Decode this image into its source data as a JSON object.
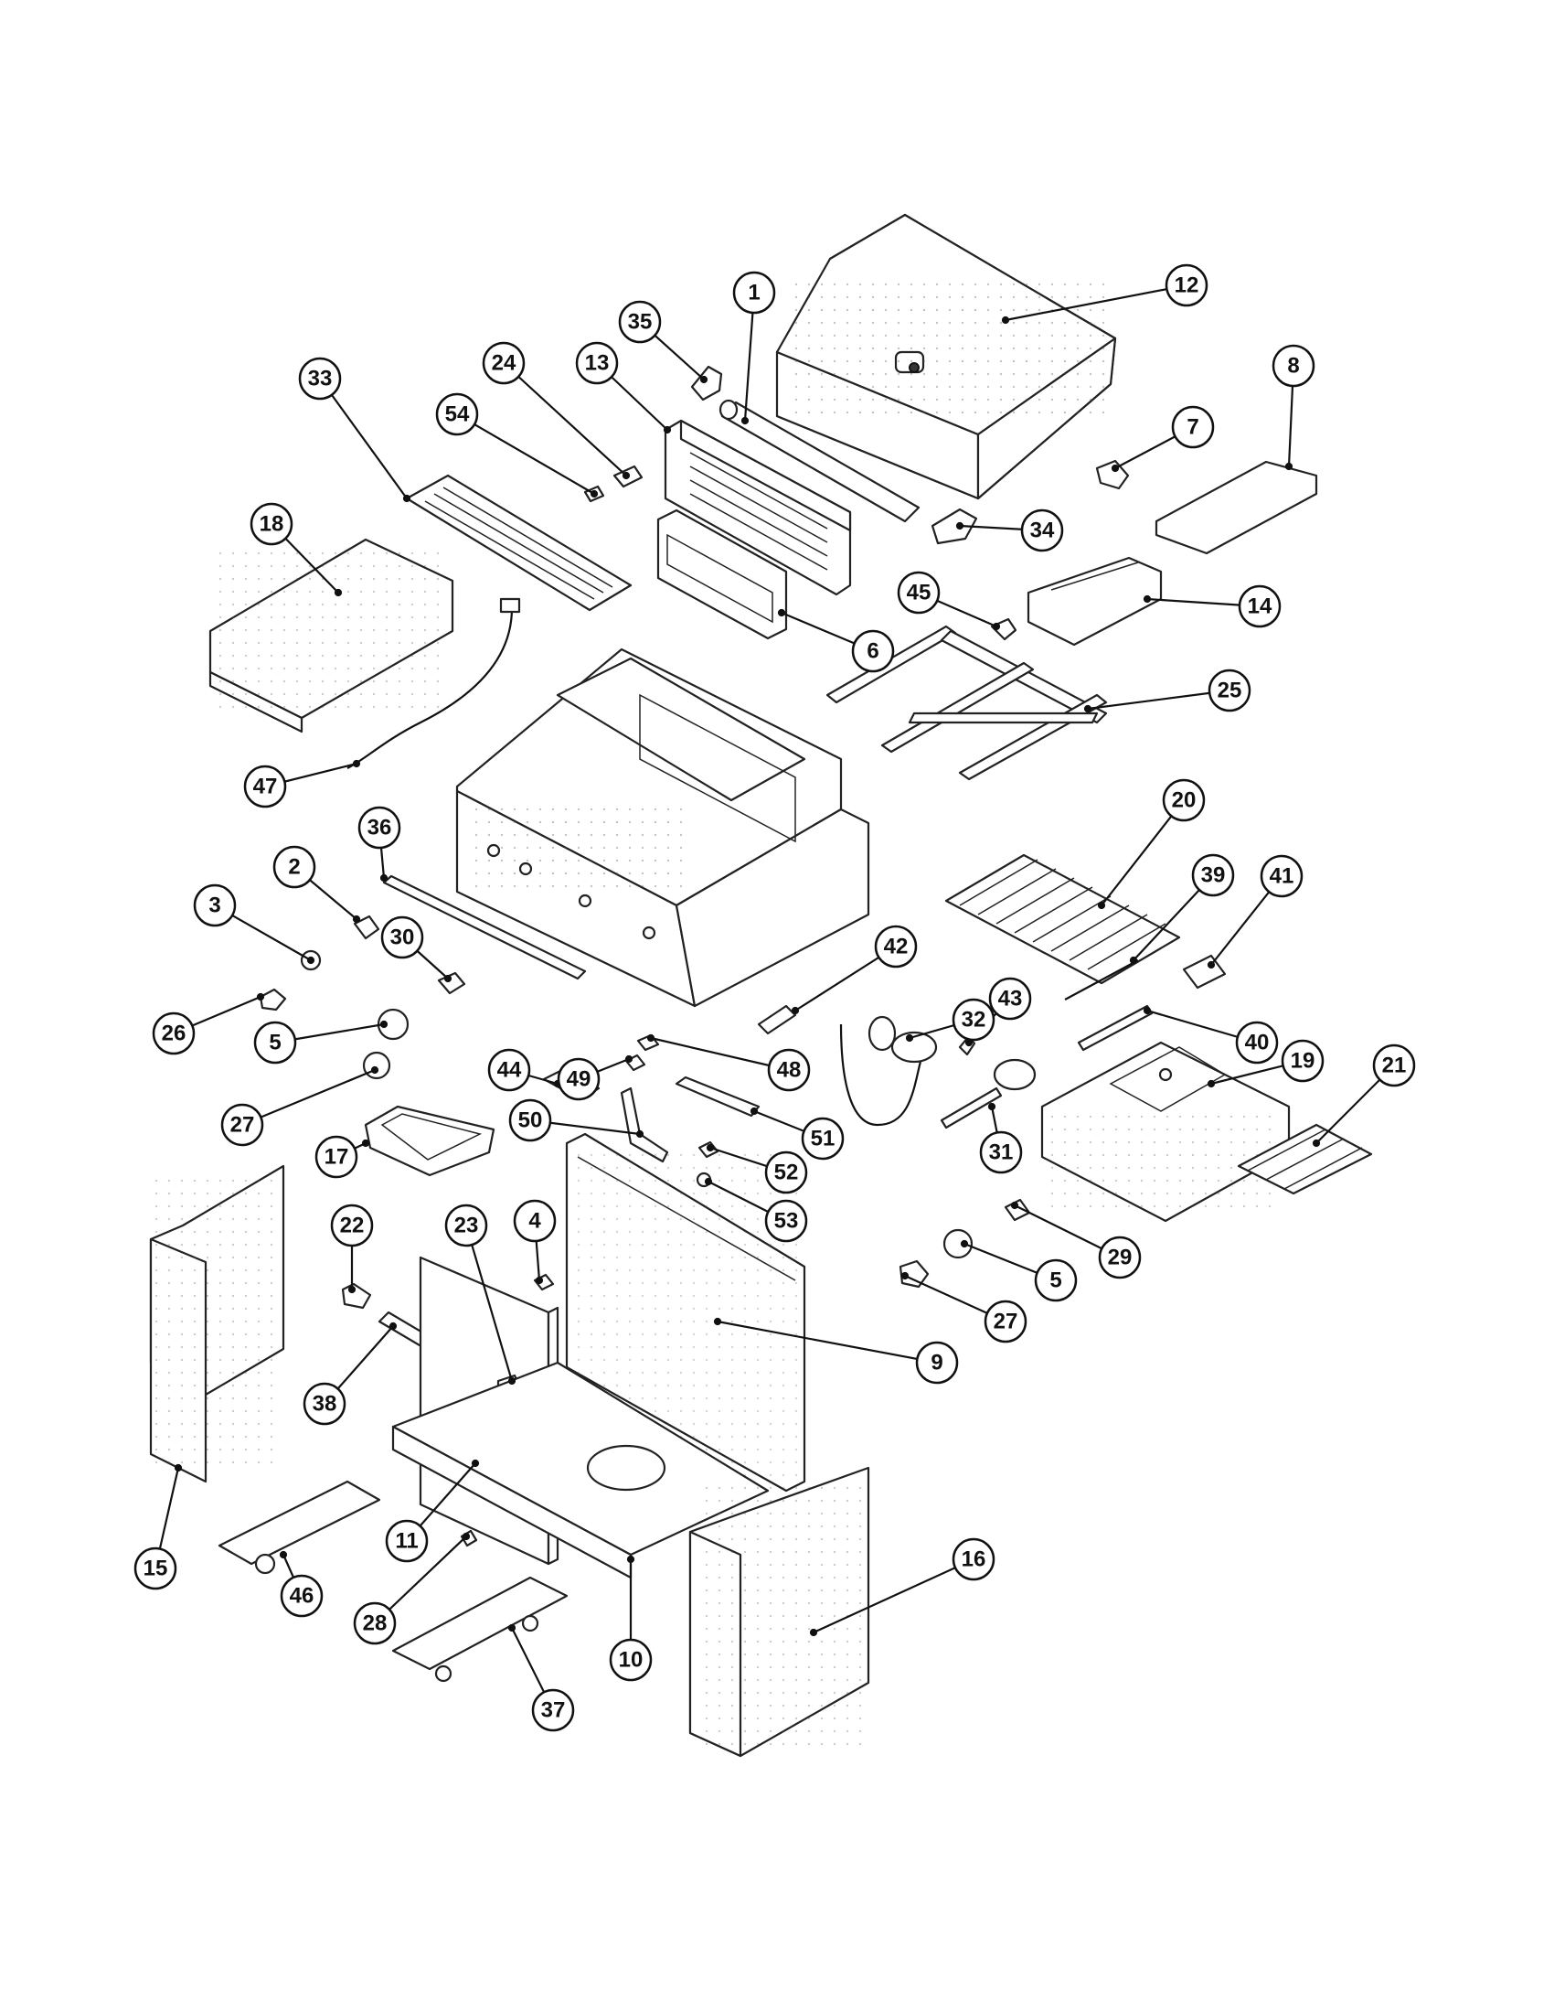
{
  "diagram": {
    "type": "exploded-parts-view",
    "callouts": [
      "1",
      "2",
      "3",
      "4",
      "5",
      "5",
      "6",
      "7",
      "8",
      "9",
      "10",
      "11",
      "12",
      "13",
      "14",
      "15",
      "16",
      "17",
      "18",
      "19",
      "20",
      "21",
      "22",
      "23",
      "24",
      "25",
      "26",
      "27",
      "27",
      "28",
      "29",
      "30",
      "31",
      "32",
      "33",
      "34",
      "35",
      "36",
      "37",
      "38",
      "39",
      "40",
      "41",
      "42",
      "43",
      "44",
      "45",
      "46",
      "47",
      "48",
      "49",
      "50",
      "51",
      "52",
      "53",
      "54"
    ]
  }
}
